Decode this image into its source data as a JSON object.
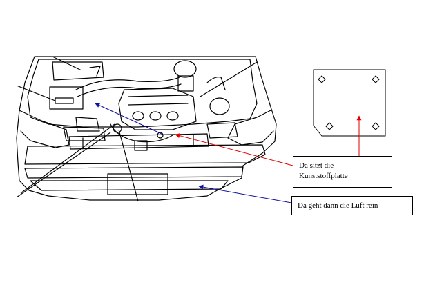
{
  "callouts": {
    "plate": {
      "line1": "Da sitzt die",
      "line2": "Kunststoffplatte"
    },
    "air": {
      "text": "Da geht dann die Luft rein"
    }
  },
  "colors": {
    "plate_arrow": "#e00000",
    "air_arrow": "#1010a0",
    "drawing": "#000000"
  }
}
